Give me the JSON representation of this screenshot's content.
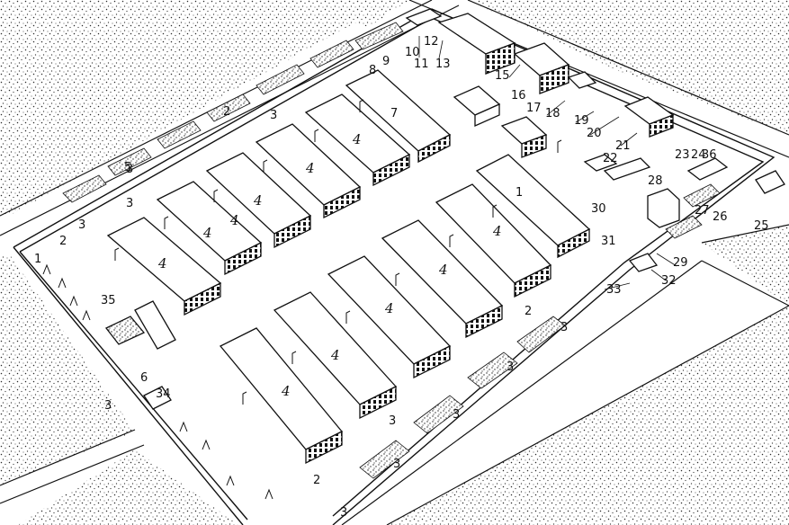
{
  "colors": {
    "ink": "#111111",
    "paper": "#ffffff",
    "stipple": "#2a2a2a"
  },
  "labels": [
    {
      "id": "l1",
      "text": "1"
    },
    {
      "id": "l1b",
      "text": "1"
    },
    {
      "id": "l2a",
      "text": "2"
    },
    {
      "id": "l2b",
      "text": "2"
    },
    {
      "id": "l2c",
      "text": "2"
    },
    {
      "id": "l2d",
      "text": "2"
    },
    {
      "id": "l3a",
      "text": "3"
    },
    {
      "id": "l3b",
      "text": "3"
    },
    {
      "id": "l3c",
      "text": "3"
    },
    {
      "id": "l3d",
      "text": "3"
    },
    {
      "id": "l3e",
      "text": "3"
    },
    {
      "id": "l3f",
      "text": "3"
    },
    {
      "id": "l3g",
      "text": "3"
    },
    {
      "id": "l3h",
      "text": "3"
    },
    {
      "id": "l3i",
      "text": "3"
    },
    {
      "id": "l3j",
      "text": "3"
    },
    {
      "id": "l3k",
      "text": "3"
    },
    {
      "id": "l4a",
      "text": "4"
    },
    {
      "id": "l4b",
      "text": "4"
    },
    {
      "id": "l4c",
      "text": "4"
    },
    {
      "id": "l4d",
      "text": "4"
    },
    {
      "id": "l4e",
      "text": "4"
    },
    {
      "id": "l4f",
      "text": "4"
    },
    {
      "id": "l4g",
      "text": "4"
    },
    {
      "id": "l4h",
      "text": "4"
    },
    {
      "id": "l4i",
      "text": "4"
    },
    {
      "id": "l4j",
      "text": "4"
    },
    {
      "id": "l4k",
      "text": "4"
    },
    {
      "id": "l5",
      "text": "5"
    },
    {
      "id": "l6",
      "text": "6"
    },
    {
      "id": "l7",
      "text": "7"
    },
    {
      "id": "l8",
      "text": "8"
    },
    {
      "id": "l9",
      "text": "9"
    },
    {
      "id": "l10",
      "text": "10"
    },
    {
      "id": "l11",
      "text": "11"
    },
    {
      "id": "l12",
      "text": "12"
    },
    {
      "id": "l13",
      "text": "13"
    },
    {
      "id": "l15",
      "text": "15"
    },
    {
      "id": "l16",
      "text": "16"
    },
    {
      "id": "l17",
      "text": "17"
    },
    {
      "id": "l18",
      "text": "18"
    },
    {
      "id": "l19",
      "text": "19"
    },
    {
      "id": "l20",
      "text": "20"
    },
    {
      "id": "l21",
      "text": "21"
    },
    {
      "id": "l22",
      "text": "22"
    },
    {
      "id": "l23",
      "text": "23"
    },
    {
      "id": "l24",
      "text": "24"
    },
    {
      "id": "l25",
      "text": "25"
    },
    {
      "id": "l26",
      "text": "26"
    },
    {
      "id": "l27",
      "text": "27"
    },
    {
      "id": "l28",
      "text": "28"
    },
    {
      "id": "l29",
      "text": "29"
    },
    {
      "id": "l30",
      "text": "30"
    },
    {
      "id": "l31",
      "text": "31"
    },
    {
      "id": "l32",
      "text": "32"
    },
    {
      "id": "l33",
      "text": "33"
    },
    {
      "id": "l34",
      "text": "34"
    },
    {
      "id": "l35",
      "text": "35"
    },
    {
      "id": "l36",
      "text": "36"
    }
  ]
}
